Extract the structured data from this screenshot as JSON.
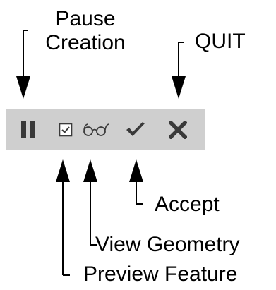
{
  "labels": {
    "pause": [
      "Pause",
      "Creation"
    ],
    "quit": "QUIT",
    "accept": "Accept",
    "view_geometry": "View Geometry",
    "preview_feature": "Preview Feature"
  },
  "toolbar": {
    "background": "#cfcfcf",
    "icon_color": "#3a3a3a",
    "buttons": [
      {
        "name": "pause-button",
        "icon": "pause-icon"
      },
      {
        "name": "preview-feature-button",
        "icon": "checkbox-checked-icon"
      },
      {
        "name": "view-geometry-button",
        "icon": "glasses-icon"
      },
      {
        "name": "accept-button",
        "icon": "checkmark-icon"
      },
      {
        "name": "quit-button",
        "icon": "close-x-icon"
      }
    ]
  },
  "colors": {
    "text": "#000000",
    "arrow": "#000000"
  }
}
